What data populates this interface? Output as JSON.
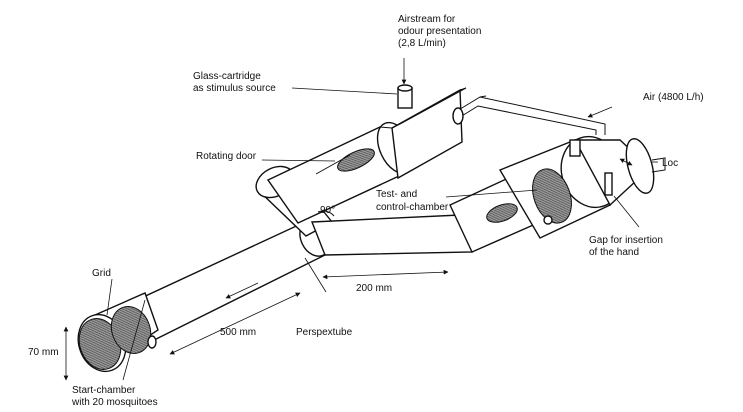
{
  "labels": {
    "airstream": [
      "Airstream for",
      "odour presentation",
      "(2,8 L/min)"
    ],
    "glass_cartridge": [
      "Glass-cartridge",
      "as stimulus source"
    ],
    "air": "Air (4800 L/h)",
    "rotating_door": "Rotating door",
    "loc": "Loc",
    "test_control": [
      "Test- and",
      "control-chamber"
    ],
    "angle": "90°",
    "gap": [
      "Gap for insertion",
      "of the hand"
    ],
    "grid": "Grid",
    "dim_200": "200 mm",
    "dim_500": "500 mm",
    "perspextube": "Perspextube",
    "dim_70": "70 mm",
    "start_chamber": [
      "Start-chamber",
      "with 20 mosquitoes"
    ]
  }
}
